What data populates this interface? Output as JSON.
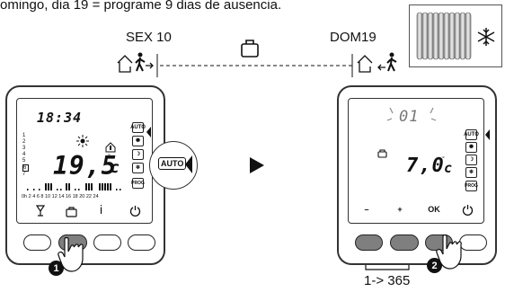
{
  "header_text": "omingo, dia 19 = programe 9 dias de ausencia.",
  "timeline": {
    "start_label": "SEX 10",
    "end_label": "DOM19"
  },
  "left_device": {
    "time": "18:34",
    "temperature": "19,5",
    "unit": "c",
    "mode_icons": [
      "AUTO",
      "sun",
      "moon",
      "snowflake",
      "PROG"
    ],
    "day_numbers": [
      "1",
      "2",
      "3",
      "4",
      "5",
      "6",
      "7"
    ],
    "hour_axis": "0h 2 4 6 8 10 12 14 16 18 20 22 24",
    "zoom_label": "AUTO",
    "soft_labels": [
      "antifreeze",
      "suitcase",
      "i",
      "power"
    ],
    "step": "1"
  },
  "right_device": {
    "days": "01",
    "temperature": "7,0",
    "unit": "c",
    "mode_icons": [
      "AUTO",
      "sun",
      "moon",
      "snowflake",
      "PROG"
    ],
    "soft_labels": [
      "–",
      "+",
      "OK",
      "power"
    ],
    "step": "2"
  },
  "range_label": "1-> 365"
}
